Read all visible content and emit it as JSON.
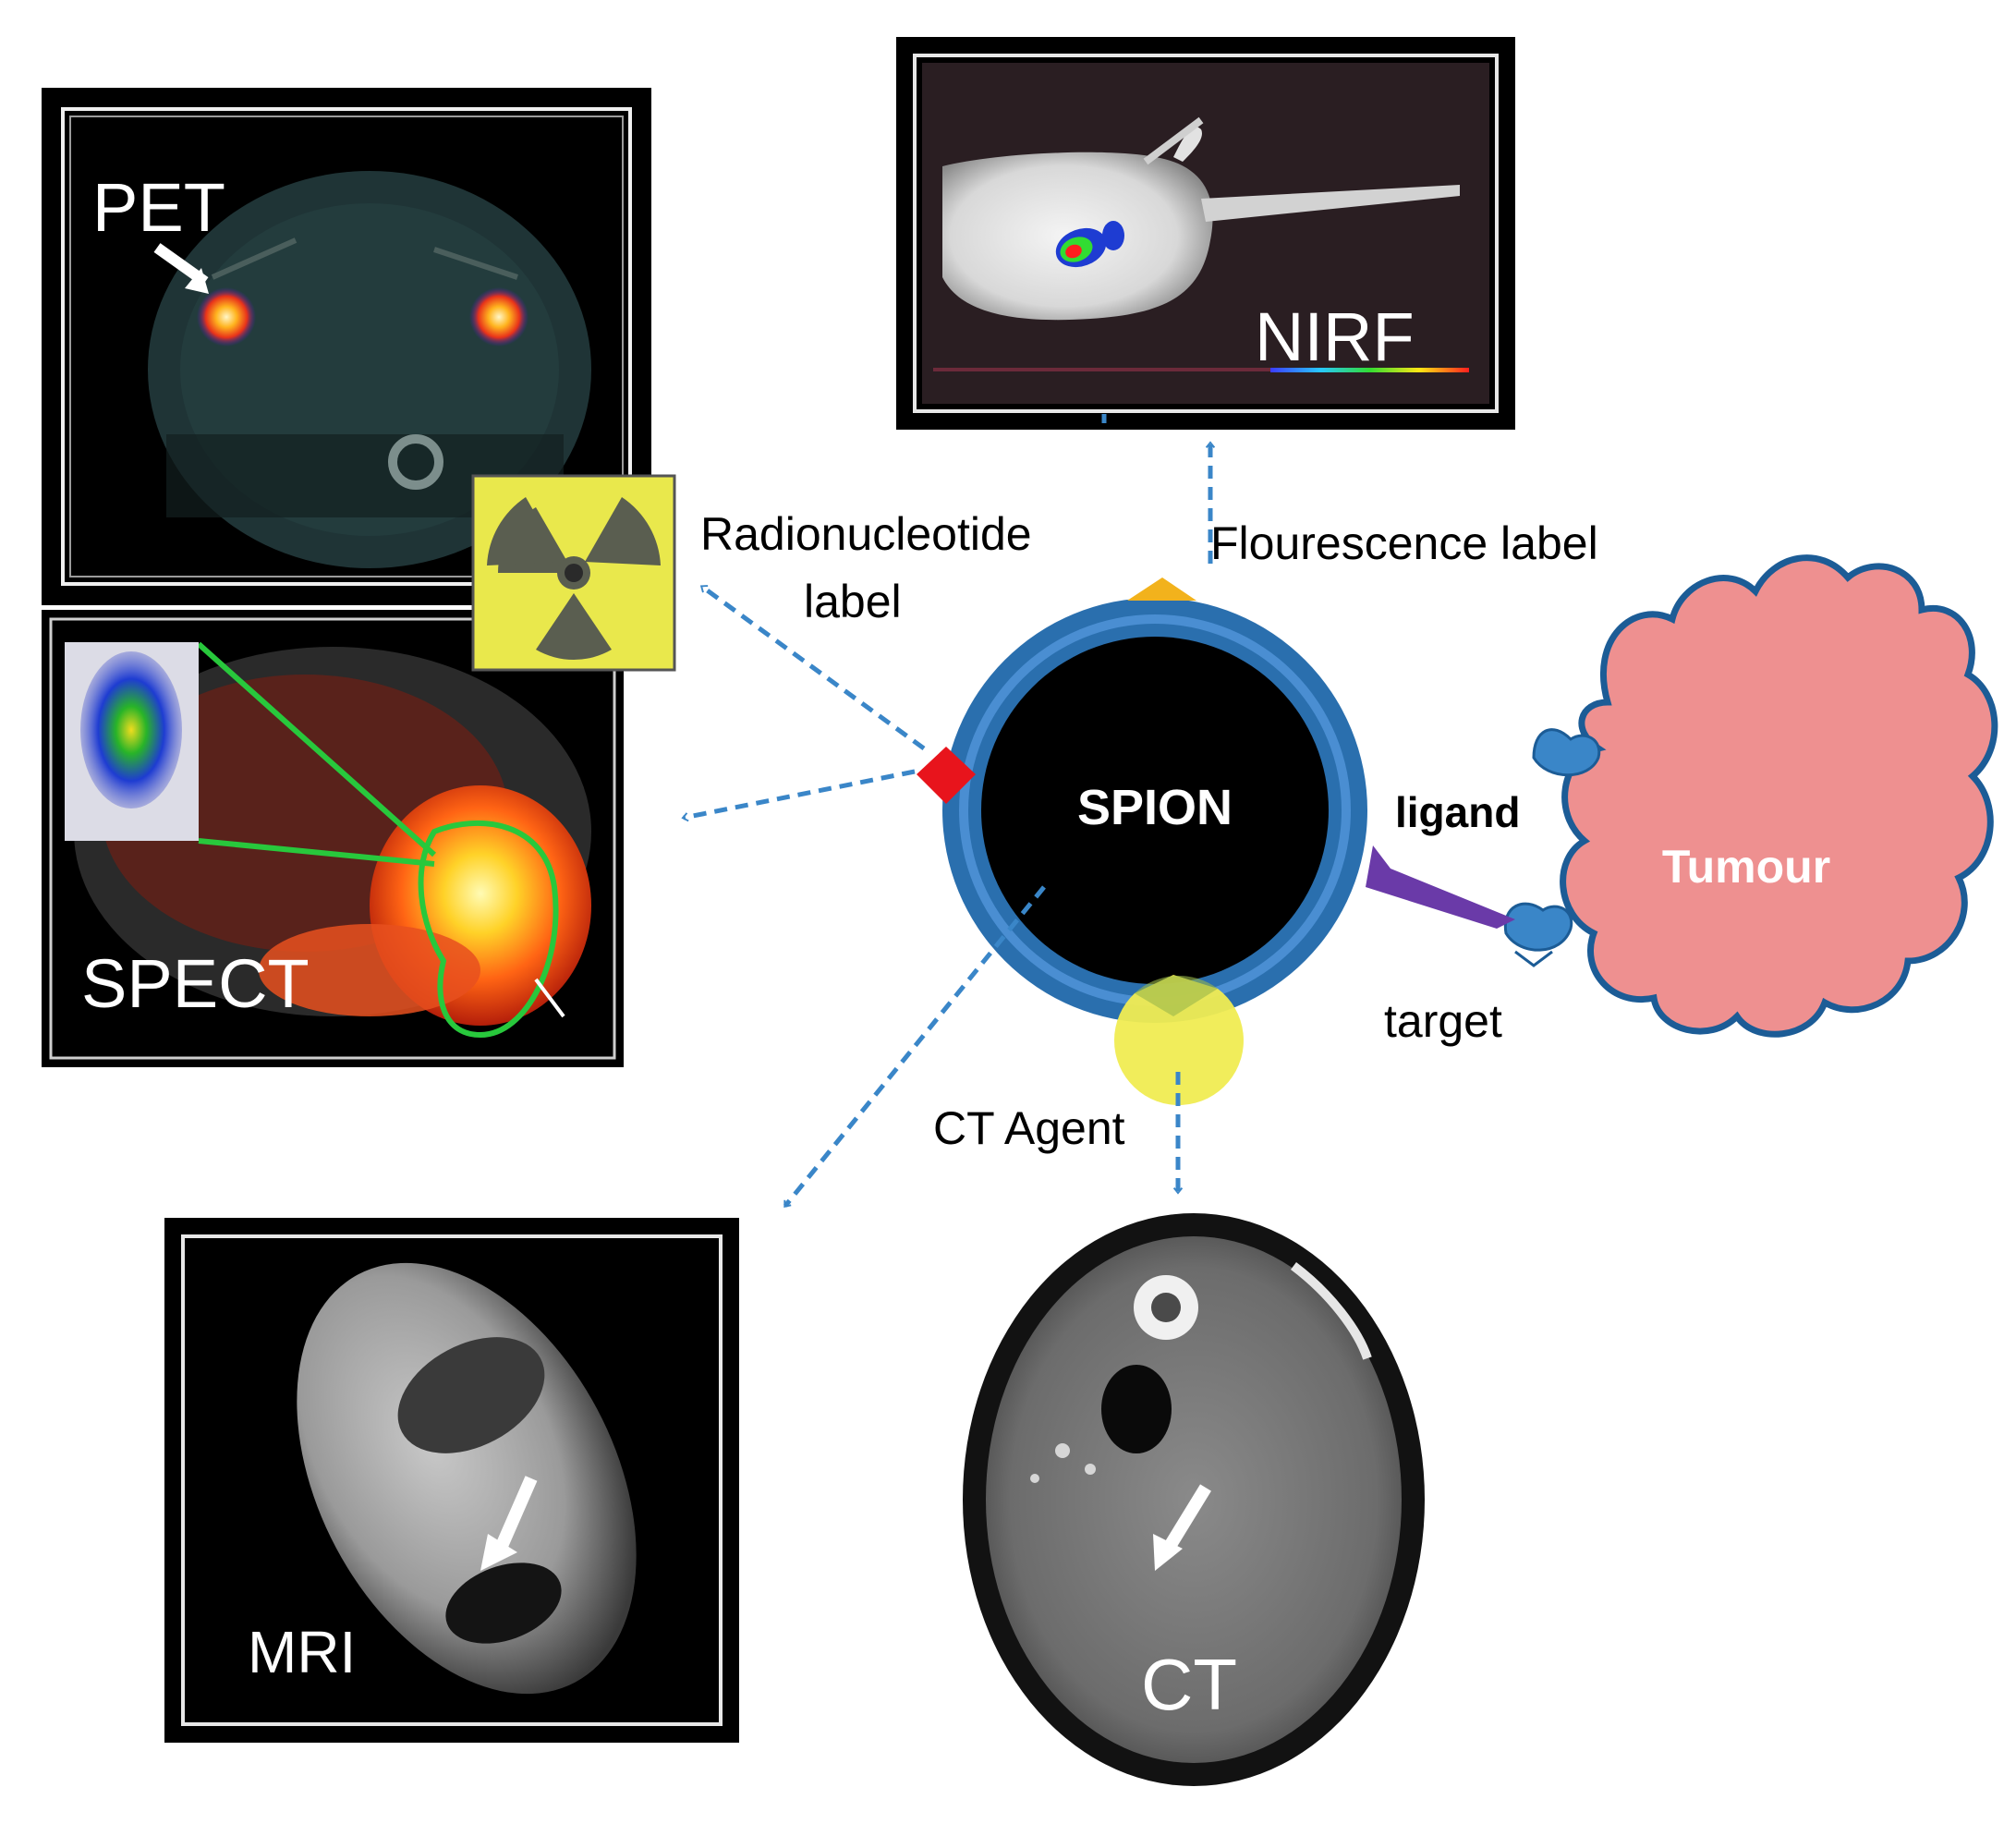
{
  "modalities": {
    "pet": "PET",
    "nirf": "NIRF",
    "spect": "SPECT",
    "mri": "MRI",
    "ct": "CT"
  },
  "labels": {
    "radionucleotide_line1": "Radionucleotide",
    "radionucleotide_line2": "label",
    "fluorescence": "Flourescence label",
    "spion": "SPION",
    "ligand": "ligand",
    "target": "target",
    "tumour": "Tumour",
    "ct_agent": "CT Agent"
  },
  "colors": {
    "arrow": "#3a86c8",
    "ring": "#2a6fae",
    "tumour_fill": "#ee9090",
    "tumour_stroke": "#1c5c96",
    "radiation_bg": "#e9e84c",
    "ligand": "#6a3aa8",
    "fluor_marker": "#f2b21c",
    "radio_marker": "#e8141c",
    "ct_marker": "#f0ec52"
  },
  "icons": [
    "radiation-hazard-icon"
  ]
}
